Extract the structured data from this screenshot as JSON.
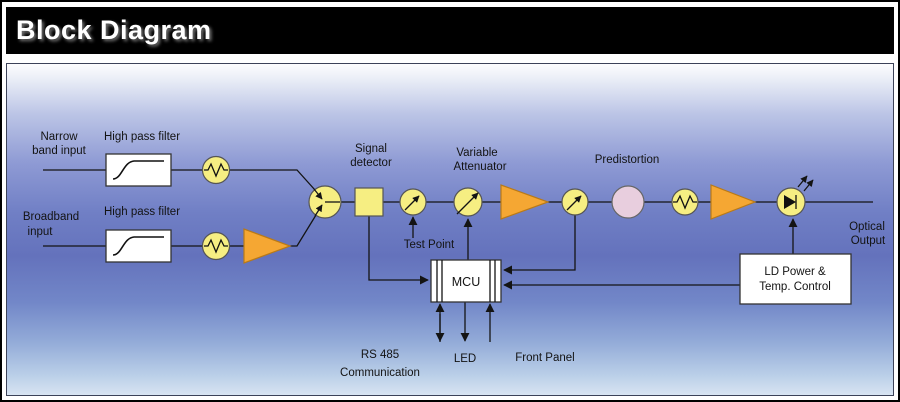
{
  "title": "Block Diagram",
  "colors": {
    "component_yellow": "#f6ee82",
    "amplifier_orange": "#f5a733",
    "predistortion_pink": "#e8cede",
    "panel_blue_mid": "#6472bc",
    "title_bar_bg": "#000000",
    "title_text": "#ffffff",
    "line_color": "#141414"
  },
  "diagram": {
    "narrow_input": {
      "line1": "Narrow",
      "line2": "band input"
    },
    "hpf_top": "High pass filter",
    "broadband_input": {
      "line1": "Broadband",
      "line2": "input"
    },
    "hpf_bottom": "High pass filter",
    "signal_detector": {
      "line1": "Signal",
      "line2": "detector"
    },
    "test_point": "Test Point",
    "variable_attenuator": {
      "line1": "Variable",
      "line2": "Attenuator"
    },
    "predistortion": "Predistortion",
    "optical_output": {
      "line1": "Optical",
      "line2": "Output"
    },
    "ld_power": {
      "line1": "LD Power &",
      "line2": "Temp. Control"
    },
    "mcu": "MCU",
    "rs485": {
      "line1": "RS 485",
      "line2": "Communication"
    },
    "led": "LED",
    "front_panel": "Front Panel"
  }
}
